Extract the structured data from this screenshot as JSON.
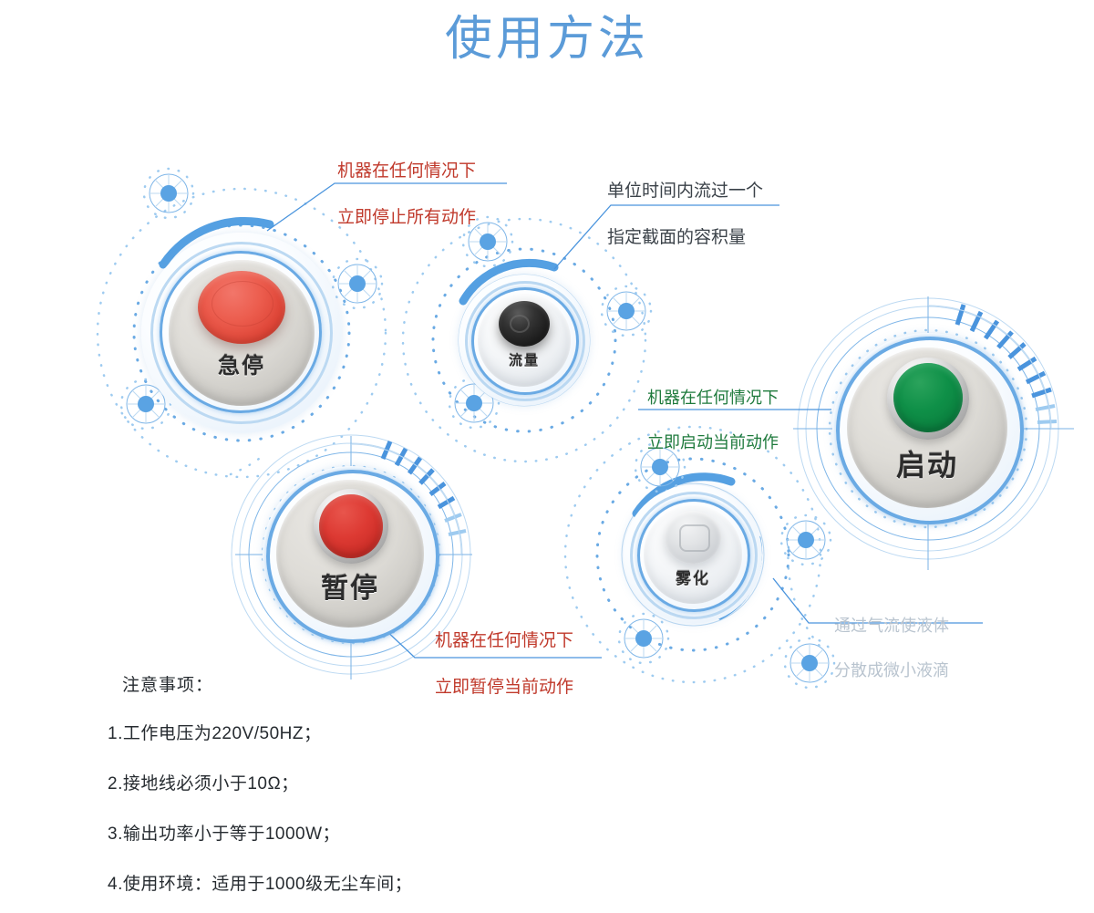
{
  "page": {
    "title": "使用方法",
    "title_color": "#5b9bd8",
    "background": "#ffffff"
  },
  "controls": [
    {
      "id": "emergency-stop",
      "label": "急停",
      "cap_type": "mushroom-red",
      "cap_color": "#e04b3c",
      "plate_color": "#dedcd7"
    },
    {
      "id": "flow",
      "label": "流量",
      "cap_type": "knob-black",
      "cap_color": "#1c1c1c",
      "plate_color": "#e9e9e7"
    },
    {
      "id": "start",
      "label": "启动",
      "cap_type": "round-green",
      "cap_color": "#0f9048",
      "plate_color": "#cfcdc9"
    },
    {
      "id": "pause",
      "label": "暂停",
      "cap_type": "round-red",
      "cap_color": "#d43a32",
      "plate_color": "#d9d7d3"
    },
    {
      "id": "atomize",
      "label": "雾化",
      "cap_type": "knob-grey",
      "cap_color": "#d5d8dc",
      "plate_color": "#eef0f2"
    }
  ],
  "annotations": [
    {
      "id": "emergency-stop-note",
      "line1": "机器在任何情况下",
      "line2": "立即停止所有动作",
      "color": "#c0392b"
    },
    {
      "id": "flow-note",
      "line1": "单位时间内流过一个",
      "line2": "指定截面的容积量",
      "color": "#3a4148"
    },
    {
      "id": "start-note",
      "line1": "机器在任何情况下",
      "line2": "立即启动当前动作",
      "color": "#1e7a3c"
    },
    {
      "id": "pause-note",
      "line1": "机器在任何情况下",
      "line2": "立即暂停当前动作",
      "color": "#c0392b"
    },
    {
      "id": "atomize-note",
      "line1": "通过气流使液体",
      "line2": "分散成微小液滴",
      "color": "#b9c4cf"
    }
  ],
  "notes": {
    "heading": "注意事项：",
    "items": [
      "1.工作电压为220V/50HZ；",
      "2.接地线必须小于10Ω；",
      "3.输出功率小于等于1000W；",
      "4.使用环境：适用于1000级无尘车间；"
    ]
  },
  "accent": {
    "blue": "#4a94dd",
    "blue_light": "#9ecbf0",
    "blue_pale": "#d6e8f8"
  }
}
